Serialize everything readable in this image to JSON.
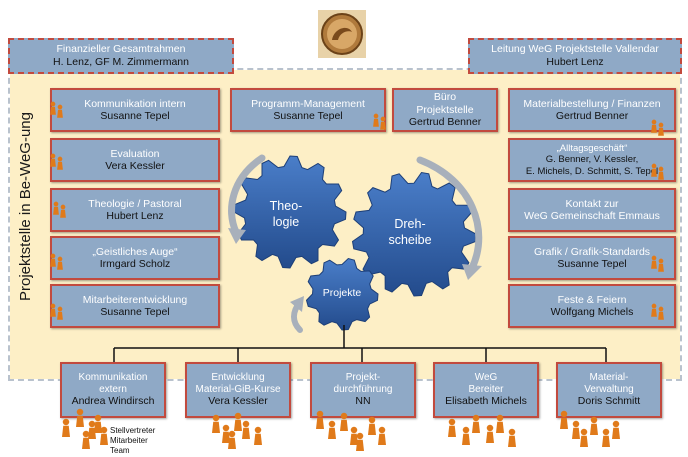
{
  "side_title": "Projektstelle in Be-WeG-ung",
  "header_left": {
    "title": "Finanzieller Gesamtrahmen",
    "name": "H. Lenz, GF M. Zimmermann"
  },
  "header_right": {
    "title": "Leitung WeG Projektstelle Vallendar",
    "name": "Hubert Lenz"
  },
  "left_boxes": [
    {
      "title": "Kommunikation intern",
      "name": "Susanne Tepel"
    },
    {
      "title": "Evaluation",
      "name": "Vera Kessler"
    },
    {
      "title": "Theologie / Pastoral",
      "name": "Hubert Lenz"
    },
    {
      "title": "„Geistliches Auge“",
      "name": "Irmgard Scholz"
    },
    {
      "title": "Mitarbeiterentwicklung",
      "name": "Susanne Tepel"
    }
  ],
  "top_center": [
    {
      "title": "Programm-Management",
      "name": "Susanne Tepel"
    },
    {
      "title": "Büro\nProjektstelle",
      "name": "Gertrud Benner"
    }
  ],
  "right_boxes": [
    {
      "title": "Materialbestellung / Finanzen",
      "name": "Gertrud Benner"
    },
    {
      "title": "„Alltagsgeschäft“",
      "name": "G. Benner, V. Kessler,\nE. Michels, D. Schmitt, S. Tepel"
    },
    {
      "title": "Kontakt zur\nWeG Gemeinschaft Emmaus",
      "name": ""
    },
    {
      "title": "Grafik / Grafik-Standards",
      "name": "Susanne Tepel"
    },
    {
      "title": "Feste & Feiern",
      "name": "Wolfgang Michels"
    }
  ],
  "gears": {
    "g1": "Theo-\nlogie",
    "g2": "Dreh-\nscheibe",
    "g3": "Projekte"
  },
  "bottom_boxes": [
    {
      "title": "Kommunikation\nextern",
      "name": "Andrea Windirsch"
    },
    {
      "title": "Entwicklung\nMaterial-GiB-Kurse",
      "name": "Vera Kessler"
    },
    {
      "title": "Projekt-\ndurchführung",
      "name": "NN"
    },
    {
      "title": "WeG\nBereiter",
      "name": "Elisabeth Michels"
    },
    {
      "title": "Material-\nVerwaltung",
      "name": "Doris Schmitt"
    }
  ],
  "legend": [
    "Stellvertreter",
    "Mitarbeiter",
    "Team"
  ],
  "colors": {
    "box": "#8fa9c6",
    "border": "#c24a3e",
    "gear": "#2d5fa8",
    "figure": "#e07a1a",
    "panel": "#fdefc6"
  }
}
